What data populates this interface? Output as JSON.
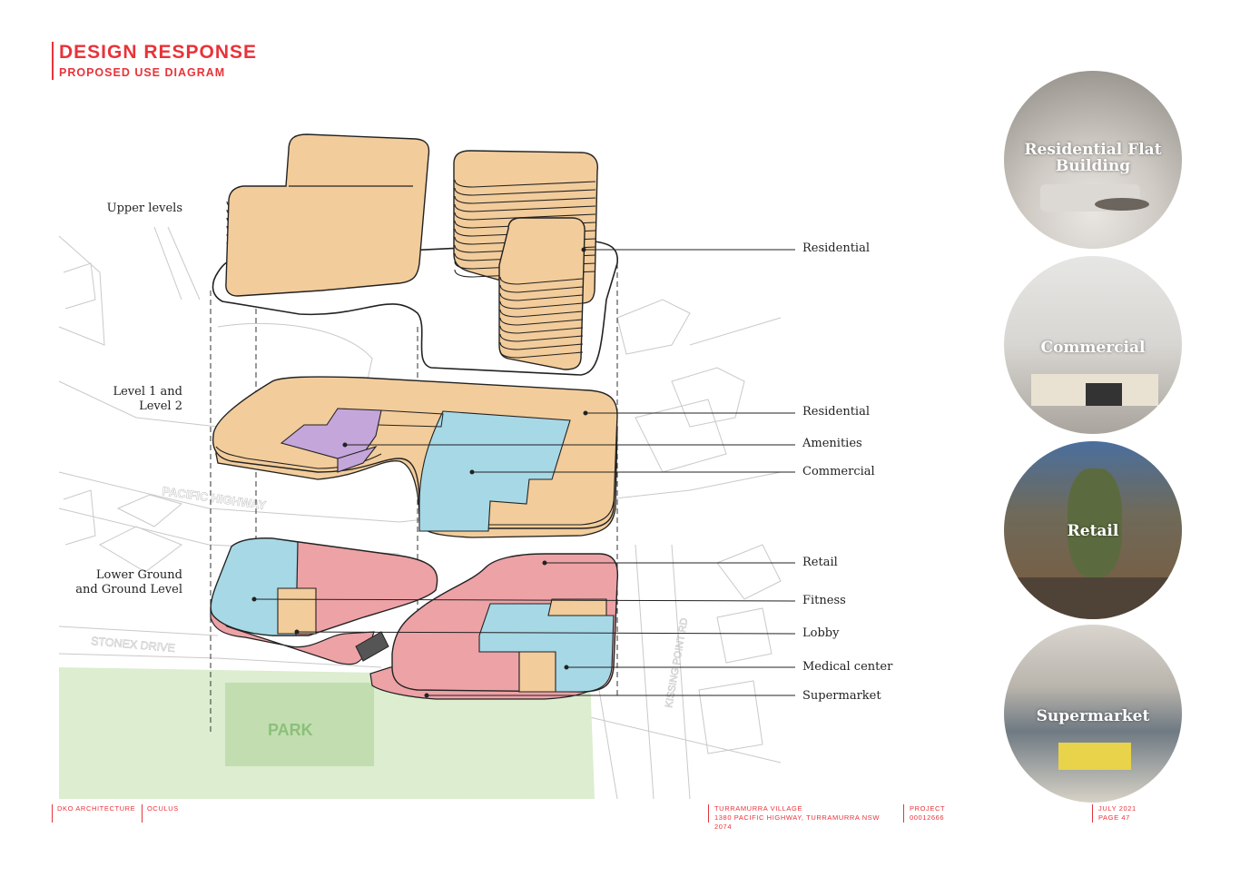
{
  "header": {
    "title": "DESIGN RESPONSE",
    "subtitle": "PROPOSED USE DIAGRAM"
  },
  "levels": {
    "upper": "Upper levels",
    "level12": [
      "Level 1 and",
      "Level 2"
    ],
    "lower": [
      "Lower Ground",
      "and Ground Level"
    ]
  },
  "labels": {
    "residential_upper": "Residential",
    "residential_mid": "Residential",
    "amenities": "Amenities",
    "commercial": "Commercial",
    "retail": "Retail",
    "fitness": "Fitness",
    "lobby": "Lobby",
    "medical": "Medical center",
    "supermarket": "Supermarket"
  },
  "map_labels": {
    "pacific_highway": "PACIFIC HIGHWAY",
    "stonex": "STONEX DRIVE",
    "kissing_point": "KISSING POINT RD",
    "park": "PARK"
  },
  "photos": [
    {
      "caption": [
        "Residential Flat",
        "Building"
      ]
    },
    {
      "caption": [
        "Commercial"
      ]
    },
    {
      "caption": [
        "Retail"
      ]
    },
    {
      "caption": [
        "Supermarket"
      ]
    }
  ],
  "footer": {
    "firm": "DKO ARCHITECTURE",
    "partner": "OCULUS",
    "project_name": "TURRAMURRA VILLAGE",
    "address": [
      "1380 PACIFIC HIGHWAY, TURRAMURRA NSW",
      "2074"
    ],
    "project_label": "PROJECT",
    "project_no": "00012666",
    "date": "JULY 2021",
    "page": "PAGE 47"
  },
  "colors": {
    "accent": "#e8333a",
    "residential": "#f2cc9b",
    "commercial": "#a7d8e6",
    "amenities": "#c4a6da",
    "retail": "#eda2a6",
    "park": "#dcedd0"
  }
}
